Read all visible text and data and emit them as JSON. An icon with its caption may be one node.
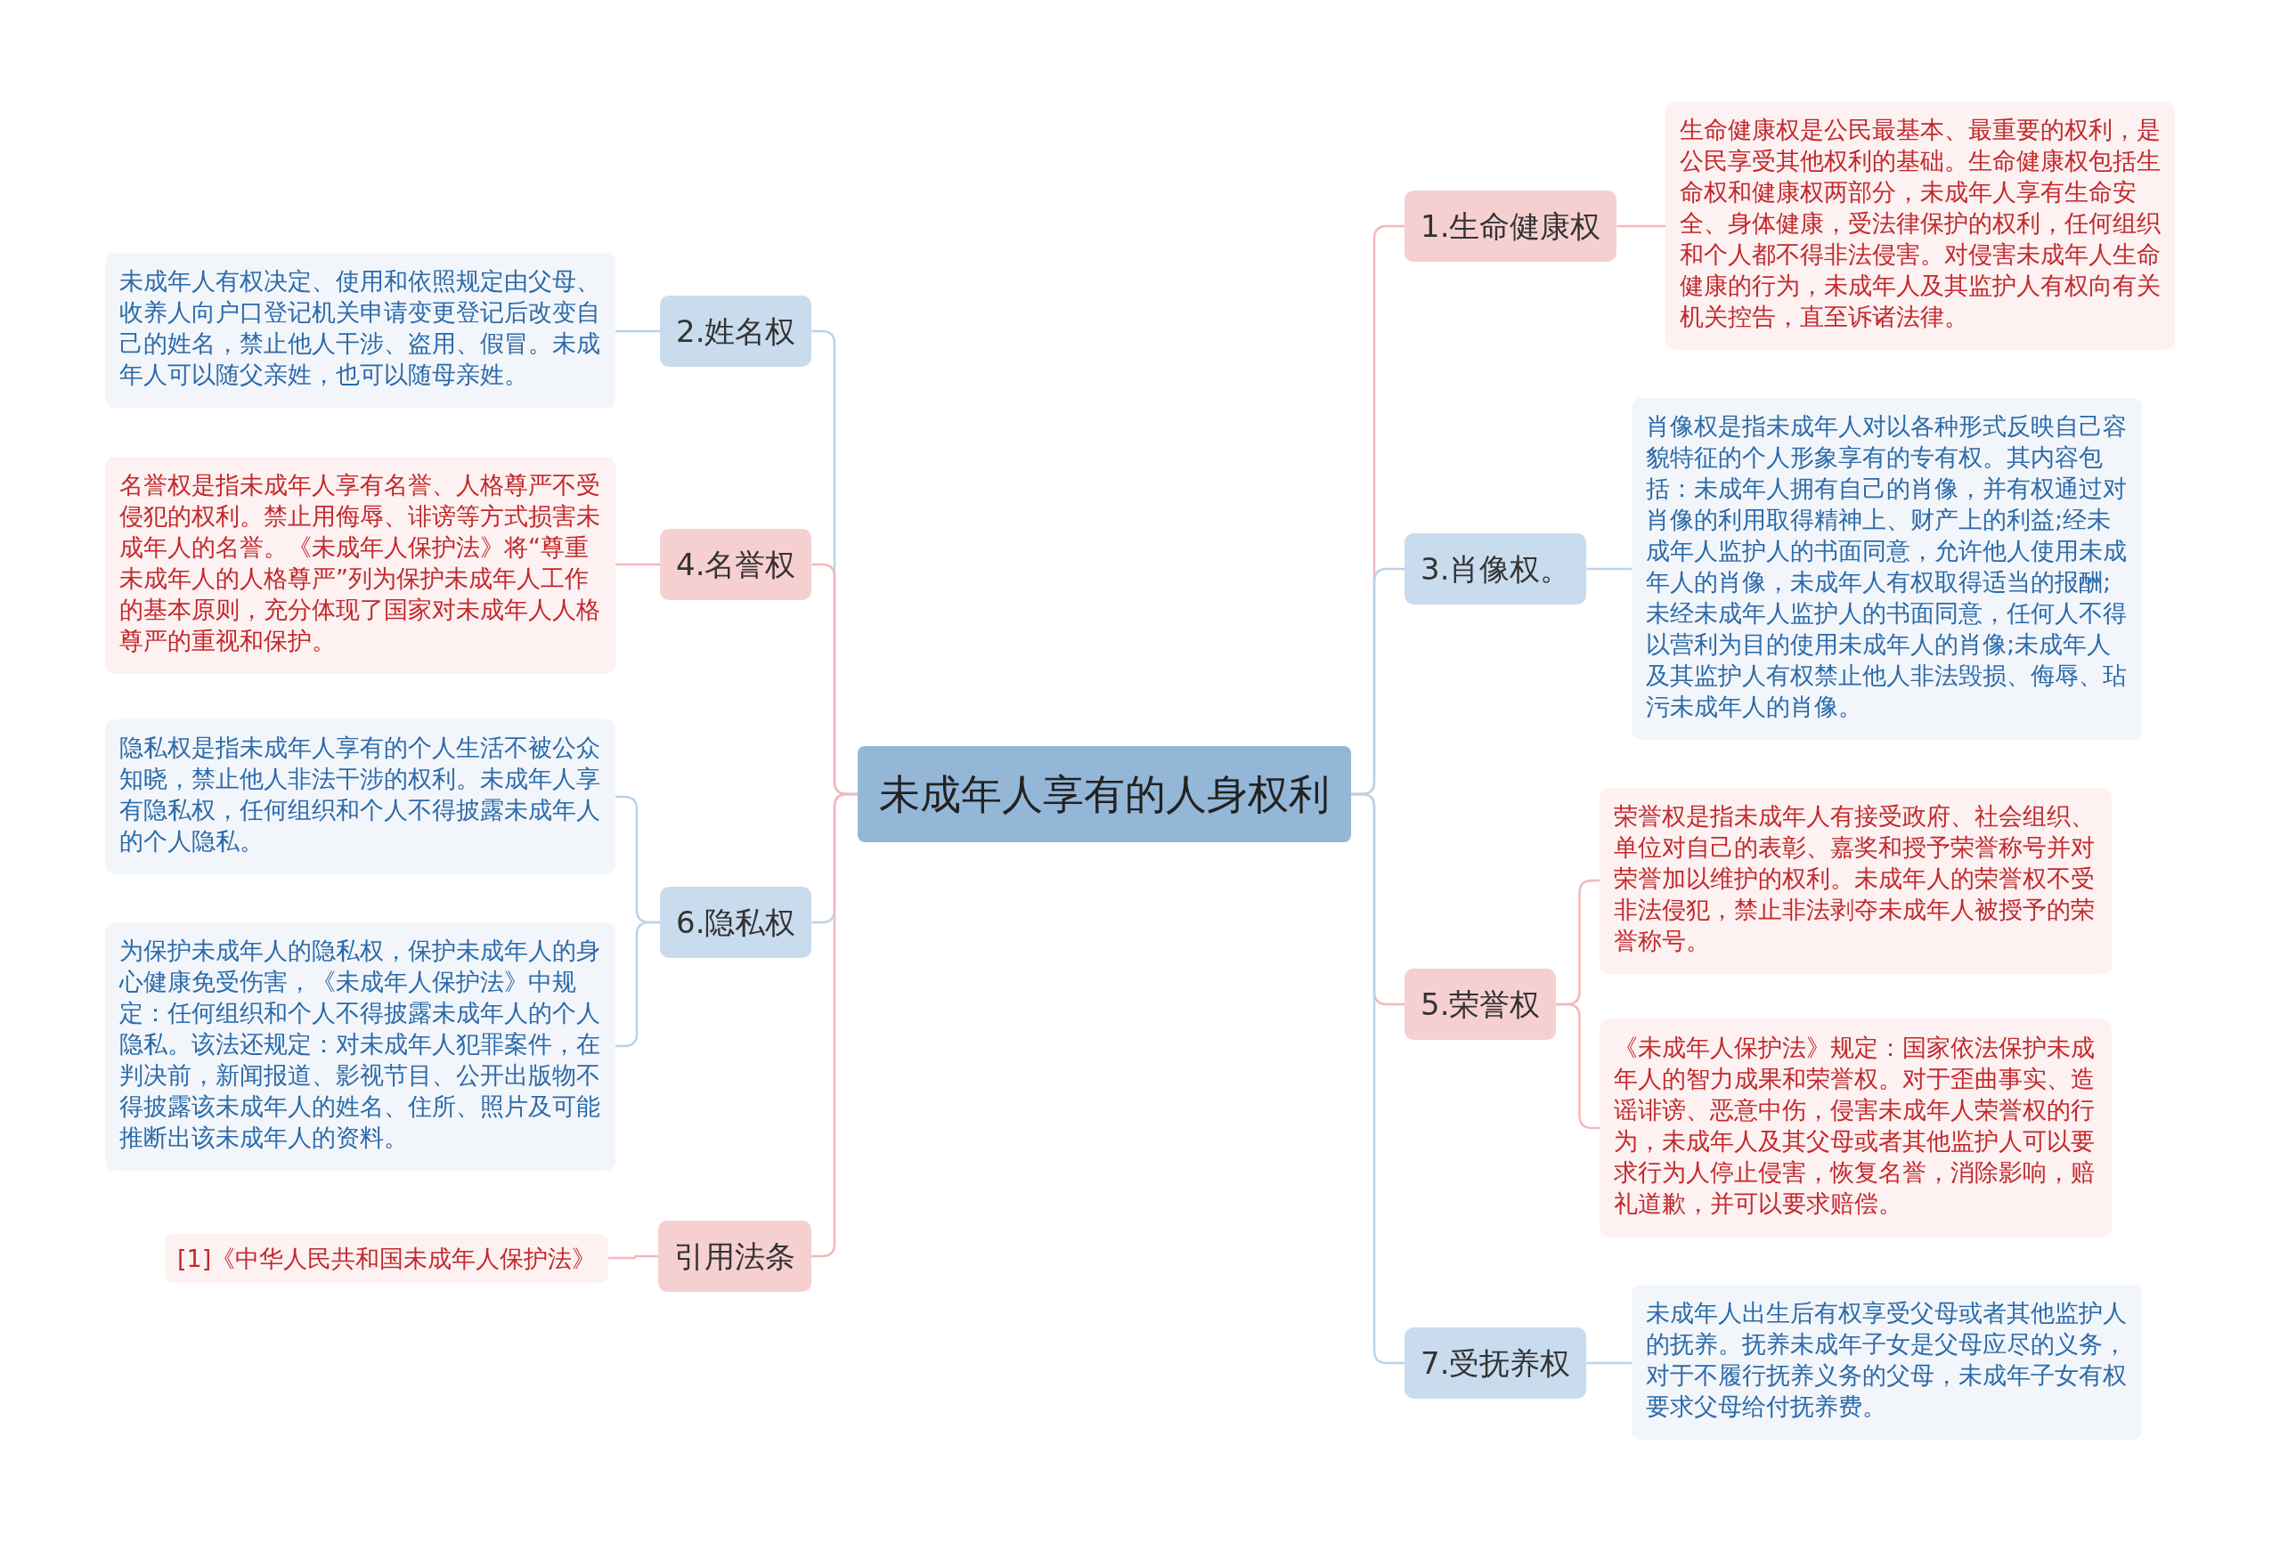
{
  "diagram": {
    "nodes": [
      {
        "text": [
          "未成年人享有的人身权利"
        ]
      },
      {
        "text": [
          "1.生命健康权"
        ]
      },
      {
        "text": [
          "生命健康权是公民最基本、最重要的权利，是公民享受其他权利的基础。生命健康权包括生命权和健康权两部分，未成年人享有生命安全、身体健康，受法律保护的权利，任何组织和个人都不得非法侵害。对侵害未成年人生命健康的行为，未成年人及其监护人有权向有关机关控告，直至诉诸法律。"
        ]
      },
      {
        "text": [
          "2.姓名权"
        ]
      },
      {
        "text": [
          "未成年人有权决定、使用和依照规定由父母、收养人向户口登记机关申请变更登记后改变自己的姓名，禁止他人干涉、盗用、假冒。未成年人可以随父亲姓，也可以随母亲姓。"
        ]
      },
      {
        "text": [
          "3.肖像权。"
        ]
      },
      {
        "text": [
          "肖像权是指未成年人对以各种形式反映自己容貌特征的个人形象享有的专有权。其内容包括：未成年人拥有自己的肖像，并有权通过对肖像的利用取得精神上、财产上的利益;经未成年人监护人的书面同意，允许他人使用未成年人的肖像，未成年人有权取得适当的报酬;未经未成年人监护人的书面同意，任何人不得以营利为目的使用未成年人的肖像;未成年人及其监护人有权禁止他人非法毁损、侮辱、玷污未成年人的肖像。"
        ]
      },
      {
        "text": [
          "4.名誉权"
        ]
      },
      {
        "text": [
          "名誉权是指未成年人享有名誉、人格尊严不受侵犯的权利。禁止用侮辱、诽谤等方式损害未成年人的名誉。《未成年人保护法》将“尊重未成年人的人格尊严”列为保护未成年人工作的基本原则，充分体现了国家对未成年人人格尊严的重视和保护。"
        ]
      },
      {
        "text": [
          "5.荣誉权"
        ]
      },
      {
        "text": [
          "荣誉权是指未成年人有接受政府、社会组织、单位对自己的表彰、嘉奖和授予荣誉称号并对荣誉加以维护的权利。未成年人的荣誉权不受非法侵犯，禁止非法剥夺未成年人被授予的荣誉称号。"
        ]
      },
      {
        "text": [
          "《未成年人保护法》规定：国家依法保护未成年人的智力成果和荣誉权。对于歪曲事实、造谣诽谤、恶意中伤，侵害未成年人荣誉权的行为，未成年人及其父母或者其他监护人可以要求行为人停止侵害，恢复名誉，消除影响，赔礼道歉，并可以要求赔偿。"
        ]
      },
      {
        "text": [
          "6.隐私权"
        ]
      },
      {
        "text": [
          "隐私权是指未成年人享有的个人生活不被公众知晓，禁止他人非法干涉的权利。未成年人享有隐私权，任何组织和个人不得披露未成年人的个人隐私。"
        ]
      },
      {
        "text": [
          "为保护未成年人的隐私权，保护未成年人的身心健康免受伤害，《未成年人保护法》中规定：任何组织和个人不得披露未成年人的个人隐私。该法还规定：对未成年人犯罪案件，在判决前，新闻报道、影视节目、公开出版物不得披露该未成年人的姓名、住所、照片及可能推断出该未成年人的资料。"
        ]
      },
      {
        "text": [
          "7.受抚养权"
        ]
      },
      {
        "text": [
          "未成年人出生后有权享受父母或者其他监护人的抚养。抚养未成年子女是父母应尽的义务，对于不履行抚养义务的父母，未成年子女有权要求父母给付抚养费。"
        ]
      },
      {
        "text": [
          "引用法条"
        ]
      },
      {
        "text": [
          "[1]《中华人民共和国未成年人保护法》"
        ]
      }
    ],
    "edges": [
      {
        "from": 0,
        "to": 1,
        "arrow": "none",
        "color": "#f2b8ba"
      },
      {
        "from": 1,
        "to": 2,
        "arrow": "none",
        "color": "#f2b8ba"
      },
      {
        "from": 0,
        "to": 3,
        "arrow": "none"
      },
      {
        "from": 3,
        "to": 4,
        "arrow": "none"
      },
      {
        "from": 0,
        "to": 5,
        "arrow": "none"
      },
      {
        "from": 5,
        "to": 6,
        "arrow": "none"
      },
      {
        "from": 0,
        "to": 7,
        "arrow": "none",
        "color": "#f2b8ba"
      },
      {
        "from": 7,
        "to": 8,
        "arrow": "none",
        "color": "#f2b8ba"
      },
      {
        "from": 0,
        "to": 9,
        "arrow": "none",
        "color": "#f2b8ba"
      },
      {
        "from": 9,
        "to": 10,
        "arrow": "none",
        "color": "#f2b8ba"
      },
      {
        "from": 9,
        "to": 11,
        "arrow": "none",
        "color": "#f2b8ba"
      },
      {
        "from": 0,
        "to": 12,
        "arrow": "none"
      },
      {
        "from": 12,
        "to": 13,
        "arrow": "none"
      },
      {
        "from": 12,
        "to": 14,
        "arrow": "none"
      },
      {
        "from": 0,
        "to": 15,
        "arrow": "none"
      },
      {
        "from": 15,
        "to": 16,
        "arrow": "none"
      },
      {
        "from": 0,
        "to": 17,
        "arrow": "none",
        "color": "#f2b8ba"
      },
      {
        "from": 17,
        "to": 18,
        "arrow": "none",
        "color": "#f2b8ba"
      }
    ]
  }
}
